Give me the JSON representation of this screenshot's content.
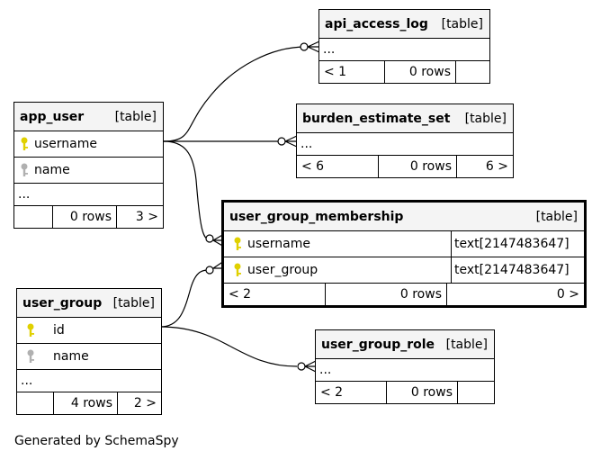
{
  "footer_note": "Generated by SchemaSpy",
  "tables": {
    "api_access_log": {
      "name": "api_access_log",
      "type": "[table]",
      "ellipsis": "...",
      "parents": "< 1",
      "rows": "0 rows",
      "children": ""
    },
    "burden_estimate_set": {
      "name": "burden_estimate_set",
      "type": "[table]",
      "ellipsis": "...",
      "parents": "< 6",
      "rows": "0 rows",
      "children": "6 >"
    },
    "app_user": {
      "name": "app_user",
      "type": "[table]",
      "columns": [
        {
          "name": "username",
          "key": "primary-key-icon"
        },
        {
          "name": "name",
          "key": "indexed-key-icon"
        }
      ],
      "ellipsis": "...",
      "parents": "",
      "rows": "0 rows",
      "children": "3 >"
    },
    "user_group_membership": {
      "name": "user_group_membership",
      "type": "[table]",
      "columns": [
        {
          "name": "username",
          "datatype": "text[2147483647]",
          "key": "primary-key-icon"
        },
        {
          "name": "user_group",
          "datatype": "text[2147483647]",
          "key": "primary-key-icon"
        }
      ],
      "parents": "< 2",
      "rows": "0 rows",
      "children": "0 >"
    },
    "user_group": {
      "name": "user_group",
      "type": "[table]",
      "columns": [
        {
          "name": "id",
          "key": "primary-key-icon"
        },
        {
          "name": "name",
          "key": "indexed-key-icon"
        }
      ],
      "ellipsis": "...",
      "parents": "",
      "rows": "4 rows",
      "children": "2 >"
    },
    "user_group_role": {
      "name": "user_group_role",
      "type": "[table]",
      "ellipsis": "...",
      "parents": "< 2",
      "rows": "0 rows",
      "children": ""
    }
  },
  "colors": {
    "primary_key": "#e0d000",
    "indexed_key": "#b0b0b0",
    "header_bg": "#f4f4f4"
  }
}
